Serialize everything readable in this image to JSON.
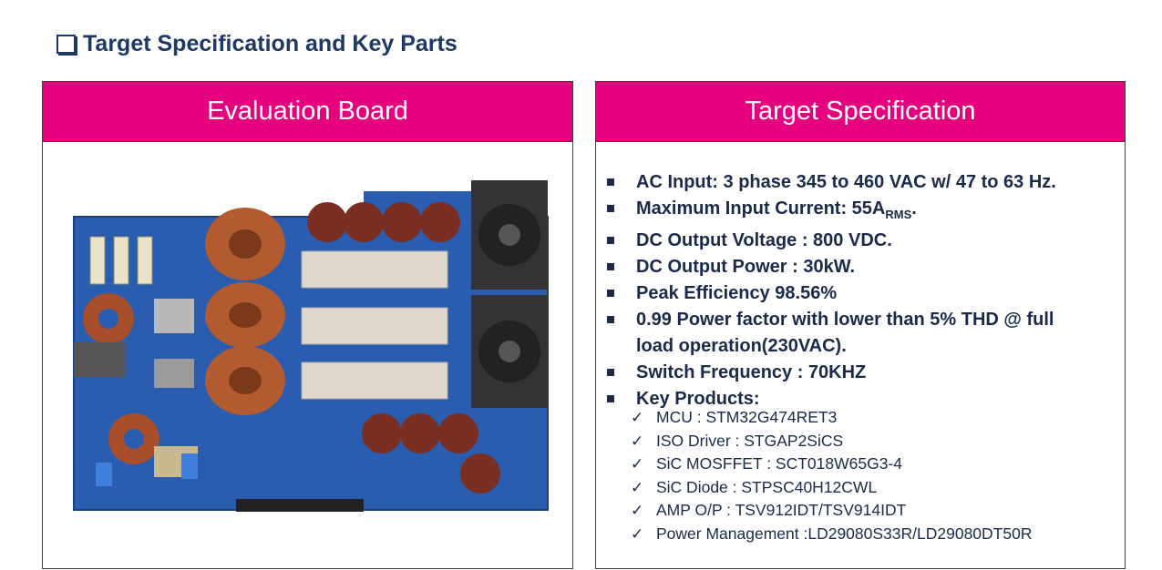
{
  "slide_title": "Target Specification and Key Parts",
  "left_panel": {
    "header": "Evaluation Board"
  },
  "right_panel": {
    "header": "Target Specification",
    "specs": [
      "AC Input: 3 phase 345 to 460 VAC w/ 47 to 63 Hz.",
      "Maximum Input Current: 55A",
      "DC Output Voltage : 800 VDC.",
      "DC Output Power : 30kW.",
      "Peak Efficiency 98.56%",
      "0.99 Power factor with lower than 5% THD @ full",
      "load operation(230VAC).",
      "Switch Frequency : 70KHZ",
      "Key Products:"
    ],
    "current_subscript": "RMS",
    "current_suffix": ".",
    "key_products": [
      "MCU : STM32G474RET3",
      "ISO Driver : STGAP2SiCS",
      "SiC MOSFFET : SCT018W65G3-4",
      "SiC Diode : STPSC40H12CWL",
      "AMP O/P : TSV912IDT/TSV914IDT",
      "Power Management :LD29080S33R/LD29080DT50R"
    ]
  },
  "icons": {
    "title_marker": "checkbox-icon",
    "bullet": "square-bullet-icon",
    "product_marker": "checkmark-icon"
  },
  "colors": {
    "header_bg": "#e6007e",
    "title_text": "#1f3864",
    "board_pcb": "#2a5db0"
  }
}
